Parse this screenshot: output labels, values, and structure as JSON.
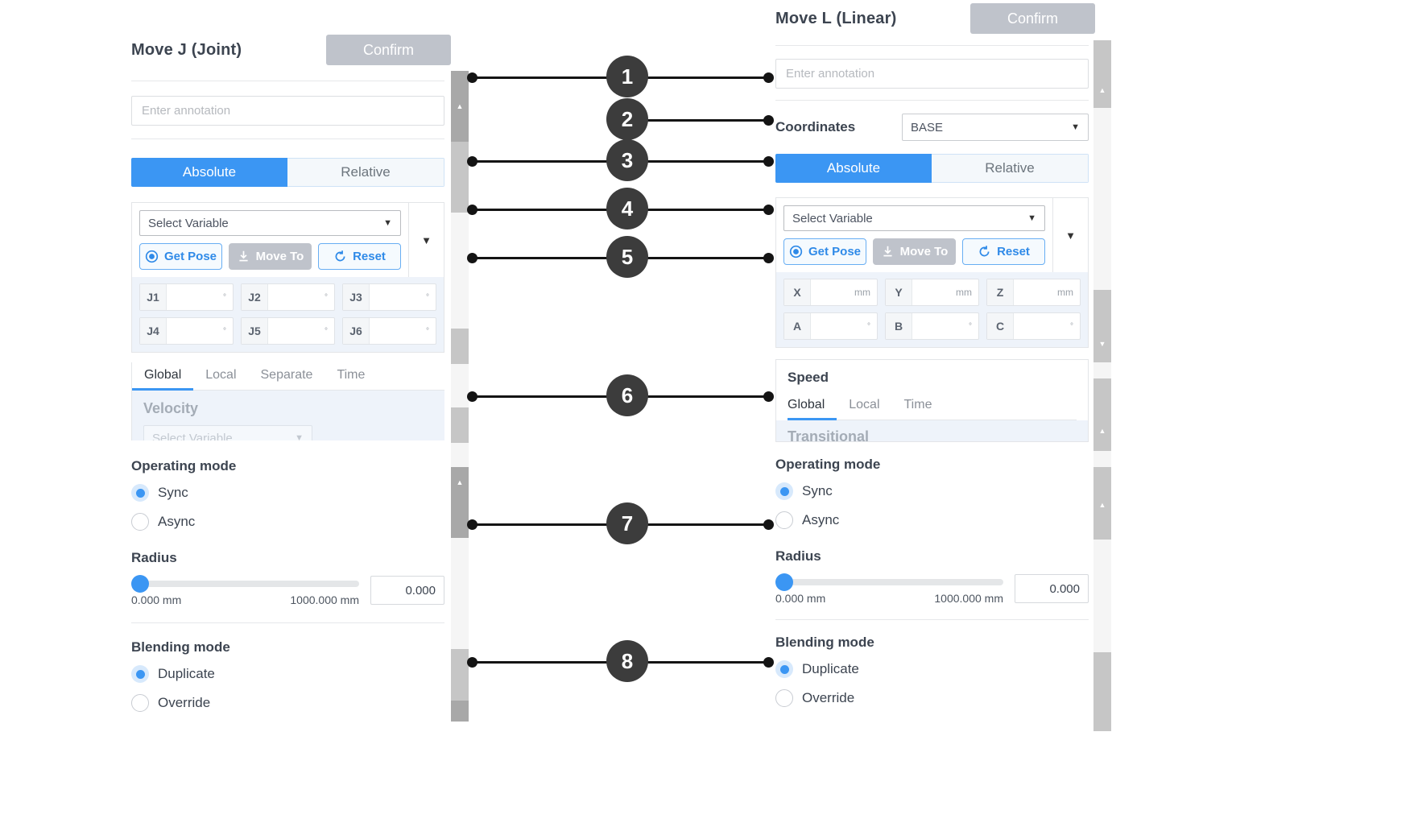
{
  "meta": {
    "accent_blue": "#3b96f3",
    "grey_btn": "#bfc3cb",
    "callout_circle": "#3c3c3c"
  },
  "callouts": [
    {
      "n": "1"
    },
    {
      "n": "2"
    },
    {
      "n": "3"
    },
    {
      "n": "4"
    },
    {
      "n": "5"
    },
    {
      "n": "6"
    },
    {
      "n": "7"
    },
    {
      "n": "8"
    }
  ],
  "left_panel": {
    "title": "Move J (Joint)",
    "confirm_label": "Confirm",
    "annotation_placeholder": "Enter annotation",
    "annotation_value": "",
    "mode_toggle": {
      "absolute": "Absolute",
      "relative": "Relative",
      "selected": "Absolute"
    },
    "variable_select": {
      "value": "Select Variable"
    },
    "actions": {
      "get_pose": "Get Pose",
      "move_to": "Move To",
      "reset": "Reset"
    },
    "joint_fields": [
      {
        "label": "J1",
        "value": "",
        "unit": "°"
      },
      {
        "label": "J2",
        "value": "",
        "unit": "°"
      },
      {
        "label": "J3",
        "value": "",
        "unit": "°"
      },
      {
        "label": "J4",
        "value": "",
        "unit": "°"
      },
      {
        "label": "J5",
        "value": "",
        "unit": "°"
      },
      {
        "label": "J6",
        "value": "",
        "unit": "°"
      }
    ],
    "speed_tabs": [
      "Global",
      "Local",
      "Separate",
      "Time"
    ],
    "speed_tab_active": "Global",
    "velocity_title": "Velocity",
    "velocity_select": "Select Variable",
    "operating_mode": {
      "heading": "Operating mode",
      "options": [
        {
          "label": "Sync",
          "selected": true
        },
        {
          "label": "Async",
          "selected": false
        }
      ]
    },
    "radius": {
      "heading": "Radius",
      "min_label": "0.000 mm",
      "max_label": "1000.000 mm",
      "value": "0.000"
    },
    "blending_mode": {
      "heading": "Blending mode",
      "options": [
        {
          "label": "Duplicate",
          "selected": true
        },
        {
          "label": "Override",
          "selected": false
        }
      ]
    }
  },
  "right_panel": {
    "title": "Move L (Linear)",
    "confirm_label": "Confirm",
    "annotation_placeholder": "Enter annotation",
    "annotation_value": "",
    "coordinates": {
      "label": "Coordinates",
      "value": "BASE"
    },
    "mode_toggle": {
      "absolute": "Absolute",
      "relative": "Relative",
      "selected": "Absolute"
    },
    "variable_select": {
      "value": "Select Variable"
    },
    "actions": {
      "get_pose": "Get Pose",
      "move_to": "Move To",
      "reset": "Reset"
    },
    "pose_fields": [
      {
        "label": "X",
        "value": "",
        "unit": "mm"
      },
      {
        "label": "Y",
        "value": "",
        "unit": "mm"
      },
      {
        "label": "Z",
        "value": "",
        "unit": "mm"
      },
      {
        "label": "A",
        "value": "",
        "unit": "°"
      },
      {
        "label": "B",
        "value": "",
        "unit": "°"
      },
      {
        "label": "C",
        "value": "",
        "unit": "°"
      }
    ],
    "speed": {
      "heading": "Speed",
      "tabs": [
        "Global",
        "Local",
        "Time"
      ],
      "tab_active": "Global",
      "transitional_label": "Transitional"
    },
    "operating_mode": {
      "heading": "Operating mode",
      "options": [
        {
          "label": "Sync",
          "selected": true
        },
        {
          "label": "Async",
          "selected": false
        }
      ]
    },
    "radius": {
      "heading": "Radius",
      "min_label": "0.000 mm",
      "max_label": "1000.000 mm",
      "value": "0.000"
    },
    "blending_mode": {
      "heading": "Blending mode",
      "options": [
        {
          "label": "Duplicate",
          "selected": true
        },
        {
          "label": "Override",
          "selected": false
        }
      ]
    }
  }
}
